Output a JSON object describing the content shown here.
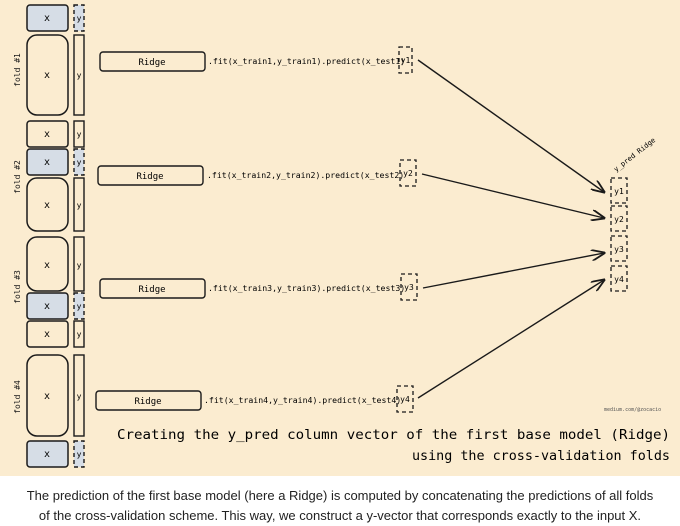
{
  "diagram": {
    "folds": [
      "fold #1",
      "fold #2",
      "fold #3",
      "fold #4"
    ],
    "matrix_label": "x",
    "target_label": "y",
    "model_label": "Ridge",
    "fit_calls": [
      ".fit(x_train1,y_train1).predict(x_test1)",
      ".fit(x_train2,y_train2).predict(x_test2)",
      ".fit(x_train3,y_train3).predict(x_test3)",
      ".fit(x_train4,y_train4).predict(x_test4)"
    ],
    "predictions": [
      "y1",
      "y2",
      "y3",
      "y4"
    ],
    "stack_label": "y_pred Ridge",
    "watermark": "medium.com/@zocacio",
    "title_line1": "Creating the y_pred column vector of the first base model (Ridge)",
    "title_line2": "using the cross-validation folds"
  },
  "caption": {
    "line1": "The prediction of the first base model (here a Ridge) is computed by concatenating the predictions of all folds",
    "line2": "of the cross-validation scheme. This way, we construct a y-vector that corresponds exactly to the input X."
  },
  "colors": {
    "background": "#fbecd0",
    "test_fill": "#d6dde6",
    "ink": "#1a1a1a"
  }
}
